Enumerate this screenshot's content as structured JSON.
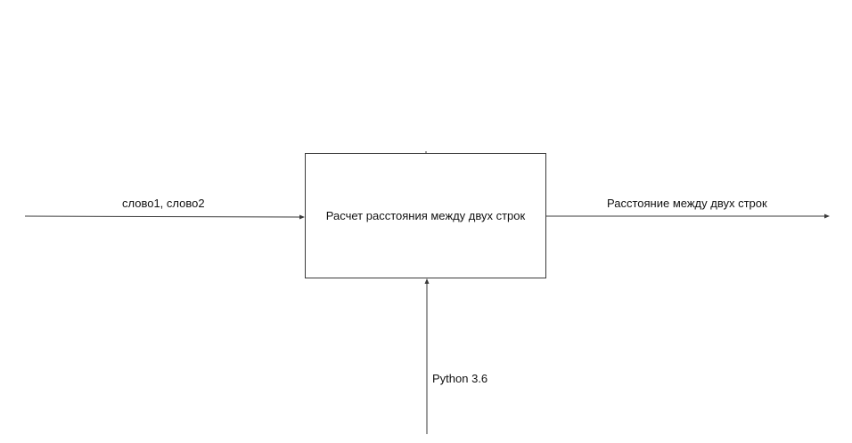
{
  "diagram": {
    "process": {
      "label": "Расчет расстояния между двух строк"
    },
    "input": {
      "label": "слово1, слово2"
    },
    "output": {
      "label": "Расстояние между двух строк"
    },
    "mechanism": {
      "label": "Python 3.6"
    },
    "colors": {
      "line": "#3a3a3a",
      "text": "#111111",
      "background": "#ffffff"
    }
  }
}
